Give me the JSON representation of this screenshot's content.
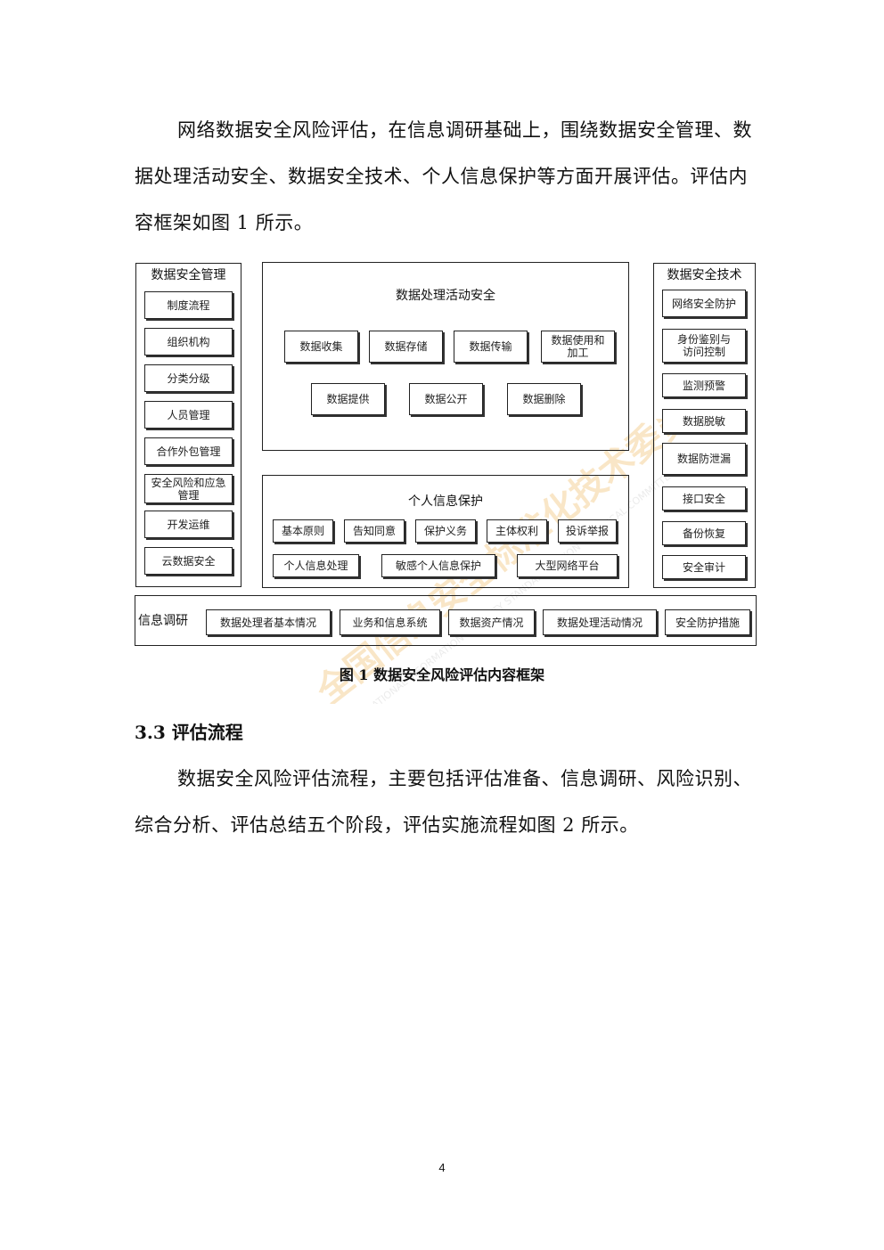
{
  "intro_paragraph": "网络数据安全风险评估，在信息调研基础上，围绕数据安全管理、数据处理活动安全、数据安全技术、个人信息保护等方面开展评估。评估内容框架如图 1 所示。",
  "figure": {
    "management": {
      "title": "数据安全管理",
      "items": [
        "制度流程",
        "组织机构",
        "分类分级",
        "人员管理",
        "合作外包管理",
        "安全风险和应急管理",
        "开发运维",
        "云数据安全"
      ]
    },
    "processing": {
      "title": "数据处理活动安全",
      "items": [
        "数据收集",
        "数据存储",
        "数据传输",
        "数据使用和加工",
        "数据提供",
        "数据公开",
        "数据删除"
      ]
    },
    "technology": {
      "title": "数据安全技术",
      "items": [
        "网络安全防护",
        "身份鉴别与访问控制",
        "监测预警",
        "数据脱敏",
        "数据防泄漏",
        "接口安全",
        "备份恢复",
        "安全审计"
      ]
    },
    "personal": {
      "title": "个人信息保护",
      "items": [
        "基本原则",
        "告知同意",
        "保护义务",
        "主体权利",
        "投诉举报",
        "个人信息处理",
        "敏感个人信息保护",
        "大型网络平台"
      ]
    },
    "research": {
      "title": "信息调研",
      "items": [
        "数据处理者基本情况",
        "业务和信息系统",
        "数据资产情况",
        "数据处理活动情况",
        "安全防护措施"
      ]
    },
    "caption": "图 1  数据安全风险评估内容框架"
  },
  "section_heading": "3.3  评估流程",
  "process_paragraph": "数据安全风险评估流程，主要包括评估准备、信息调研、风险识别、综合分析、评估总结五个阶段，评估实施流程如图 2 所示。",
  "page_number": "4",
  "watermark": {
    "text_cn": "全国信息安全标准化技术委员会",
    "text_en": "NATIONAL INFORMATION SECURITY STANDARDIZATION TECHNICAL COMMITTEE",
    "color": "#f3c27a"
  }
}
